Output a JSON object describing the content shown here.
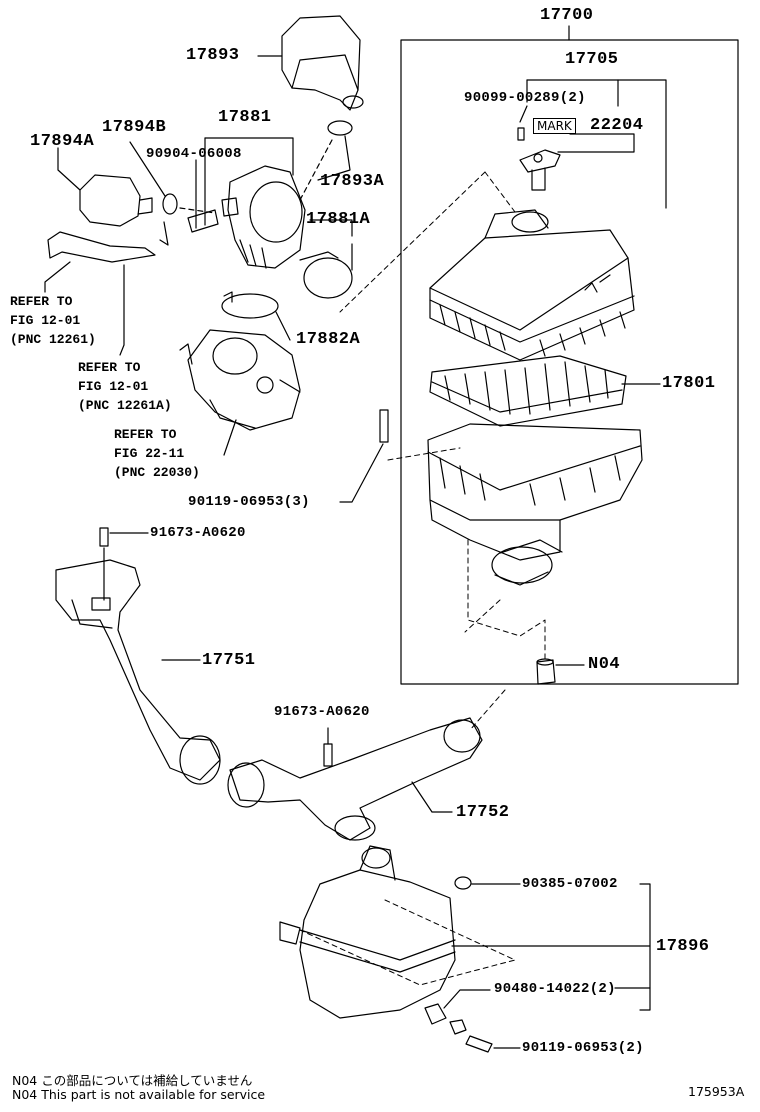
{
  "diagram_id": "175953A",
  "assembly_label": "17700",
  "parts": {
    "p17893": "17893",
    "p17894B": "17894B",
    "p17881": "17881",
    "p17894A": "17894A",
    "p90904": "90904-06008",
    "p17893A": "17893A",
    "p17881A": "17881A",
    "p17882A": "17882A",
    "p17705": "17705",
    "p90099": "90099-00289(2)",
    "mark": "MARK",
    "p22204": "22204",
    "p17801": "17801",
    "p90119a": "90119-06953(3)",
    "p91673a": "91673-A0620",
    "p17751": "17751",
    "p91673b": "91673-A0620",
    "p17752": "17752",
    "pN04": "N04",
    "p90385": "90385-07002",
    "p17896": "17896",
    "p90480": "90480-14022(2)",
    "p90119b": "90119-06953(2)"
  },
  "refs": {
    "r1_line1": "REFER TO",
    "r1_line2": "FIG 12-01",
    "r1_line3": "(PNC 12261)",
    "r2_line1": "REFER TO",
    "r2_line2": "FIG 12-01",
    "r2_line3": "(PNC 12261A)",
    "r3_line1": "REFER TO",
    "r3_line2": "FIG 22-11",
    "r3_line3": "(PNC 22030)"
  },
  "notes": {
    "jp": "N04  この部品については補給していません",
    "en": "N04  This part is not available for service"
  }
}
